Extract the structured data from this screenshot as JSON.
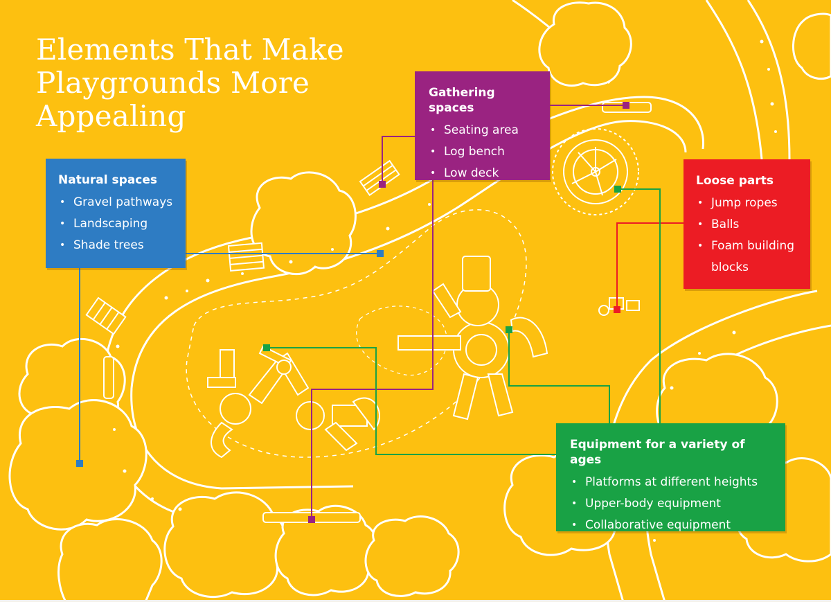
{
  "title": {
    "line1": "Elements That Make",
    "line2": "Playgrounds More",
    "line3": "Appealing"
  },
  "colors": {
    "background": "#FDC010",
    "natural": "#2E7CC3",
    "gathering": "#9A2381",
    "loose": "#EC1C24",
    "equipment": "#19A245",
    "outline": "#FFFFFF"
  },
  "cards": {
    "natural": {
      "heading": "Natural spaces",
      "items": [
        "Gravel pathways",
        "Landscaping",
        "Shade trees"
      ]
    },
    "gathering": {
      "heading": "Gathering spaces",
      "items": [
        "Seating area",
        "Log bench",
        "Low deck"
      ]
    },
    "loose": {
      "heading": "Loose parts",
      "items": [
        "Jump ropes",
        "Balls",
        "Foam building blocks"
      ]
    },
    "equipment": {
      "heading": "Equipment for a variety of ages",
      "items": [
        "Platforms at different heights",
        "Upper-body equipment",
        "Collaborative equipment"
      ]
    }
  }
}
